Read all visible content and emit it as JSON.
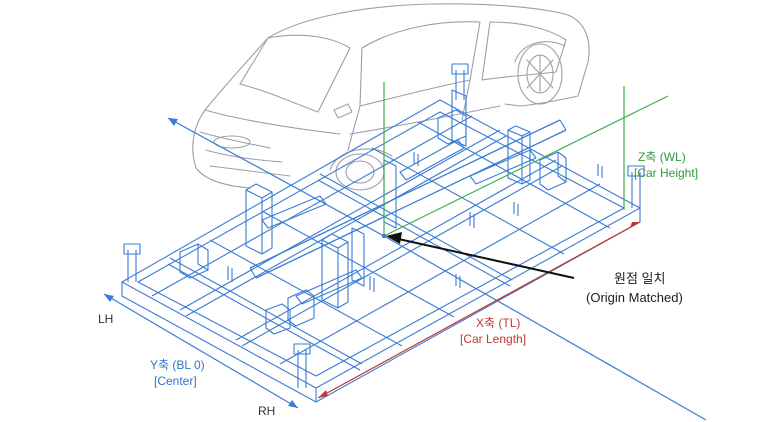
{
  "labels": {
    "origin_line1": "원점 일치",
    "origin_line2": "(Origin Matched)",
    "z_axis": "Z축 (WL)",
    "z_axis_sub": "[Car Height]",
    "x_axis": "X축 (TL)",
    "x_axis_sub": "[Car Length]",
    "y_axis": "Y축 (BL 0)",
    "y_axis_sub": "[Center]",
    "lh": "LH",
    "rh": "RH"
  },
  "colors": {
    "line_blue": "#3a7bd5",
    "car_grey": "#9aa0a6",
    "axis_green": "#3cae49",
    "axis_red": "#c0392b",
    "arrow_dark": "#111111"
  }
}
